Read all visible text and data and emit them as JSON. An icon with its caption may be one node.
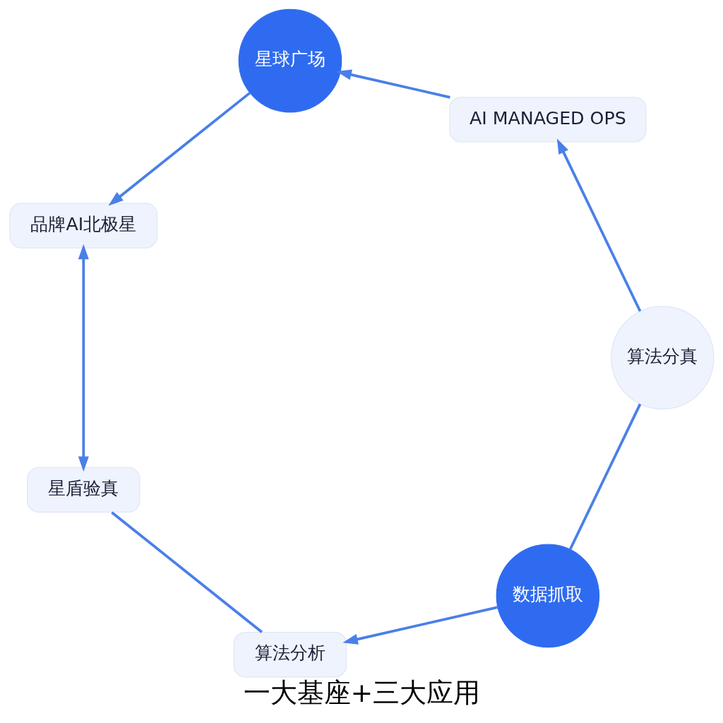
{
  "diagram": {
    "caption": "一大基座+三大应用",
    "nodes": [
      {
        "text": [
          "算法分析"
        ]
      },
      {
        "text": [
          "数据抓取"
        ]
      },
      {
        "text": [
          "星盾验真"
        ]
      },
      {
        "text": [
          "算法分真"
        ]
      },
      {
        "text": [
          "品牌AI北极星"
        ]
      },
      {
        "text": [
          "AI MANAGED OPS"
        ]
      },
      {
        "text": [
          "星球广场"
        ]
      }
    ],
    "edges": [
      {
        "from": 1,
        "to": 0,
        "arrow": "to"
      },
      {
        "from": 0,
        "to": 2,
        "arrow": "none"
      },
      {
        "from": 2,
        "to": 4,
        "arrow": "both"
      },
      {
        "from": 6,
        "to": 4,
        "arrow": "to"
      },
      {
        "from": 5,
        "to": 6,
        "arrow": "to"
      },
      {
        "from": 3,
        "to": 5,
        "arrow": "to"
      },
      {
        "from": 3,
        "to": 1,
        "arrow": "none"
      }
    ]
  }
}
